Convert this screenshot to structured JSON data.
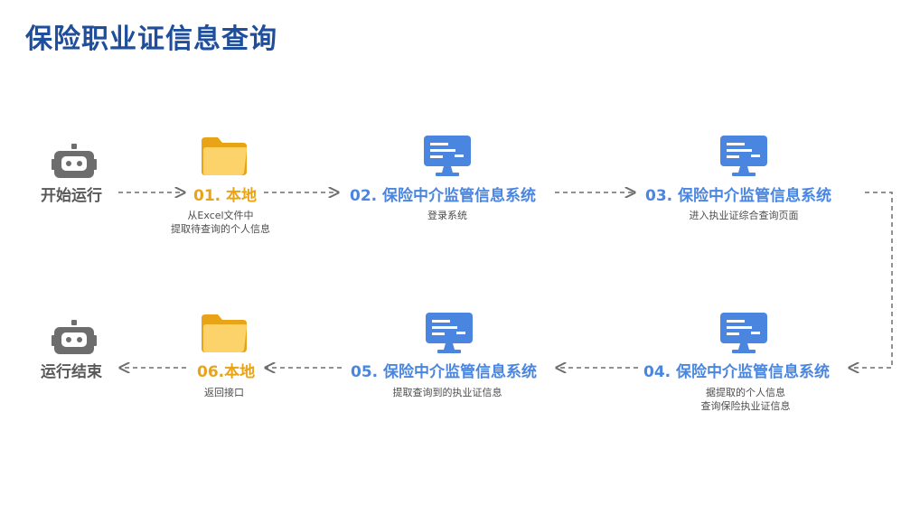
{
  "title": "保险职业证信息查询",
  "row1": {
    "start": {
      "label": "开始运行"
    },
    "local": {
      "label": "01. 本地",
      "desc": [
        "从Excel文件中",
        "提取待查询的个人信息"
      ]
    },
    "login": {
      "label": "02. 保险中介监管信息系统",
      "desc": [
        "登录系统"
      ]
    },
    "enter": {
      "label": "03. 保险中介监管信息系统",
      "desc": [
        "进入执业证综合查询页面"
      ]
    }
  },
  "row2": {
    "query": {
      "label": "04. 保险中介监管信息系统",
      "desc": [
        "据提取的个人信息",
        "查询保险执业证信息"
      ]
    },
    "extract": {
      "label": "05. 保险中介监管信息系统",
      "desc": [
        "提取查询到的执业证信息"
      ]
    },
    "back": {
      "label": "06.本地",
      "desc": [
        "返回接口"
      ]
    },
    "end": {
      "label": "运行结束"
    }
  },
  "colors": {
    "title": "#1f4e9c",
    "robot": "#6d6d6d",
    "folder": "#f3b51d",
    "monitor": "#4a86e0",
    "arrow": "#6d6d6d"
  },
  "icons": {
    "robot": "robot-icon",
    "folder": "folder-icon",
    "monitor": "monitor-icon"
  }
}
